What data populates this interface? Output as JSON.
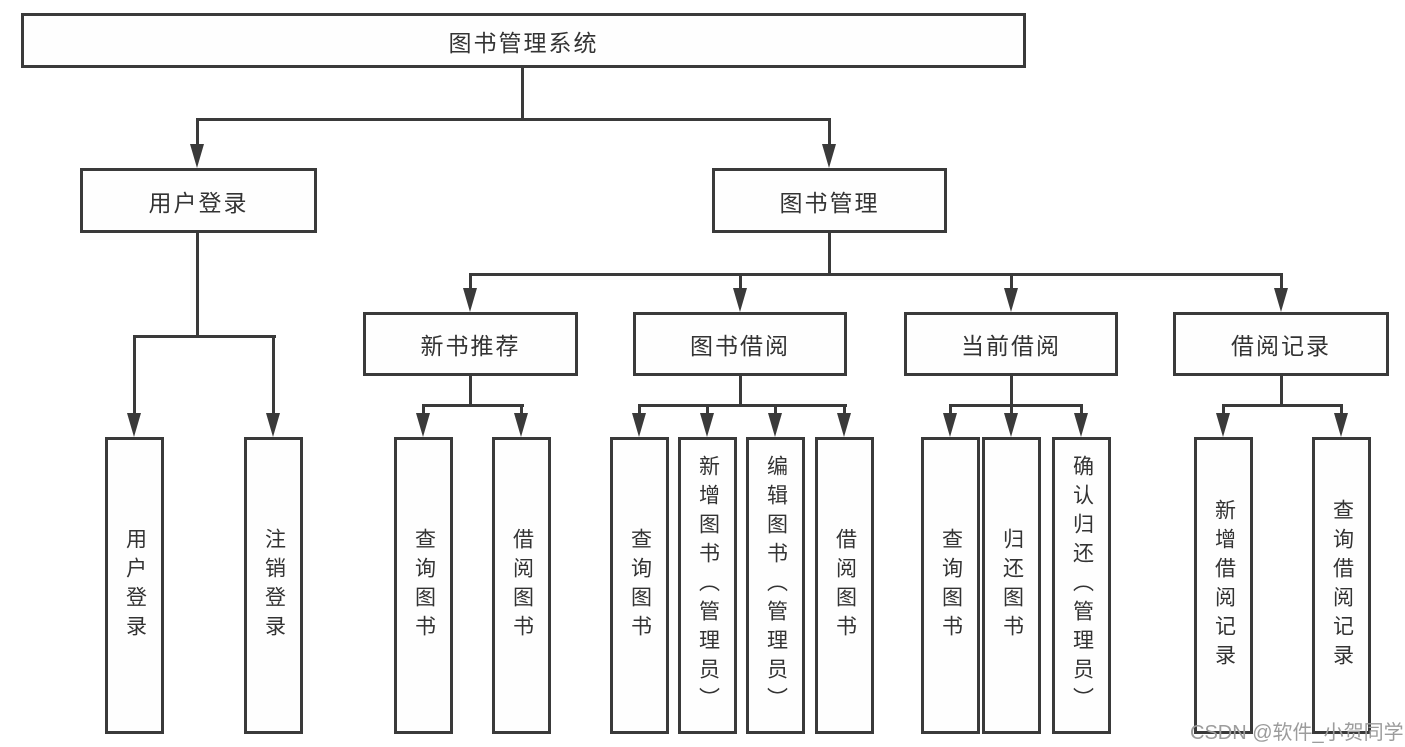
{
  "colors": {
    "line": "#3a3a3a",
    "box_border": "#3a3a3a",
    "text": "#333333",
    "watermark": "#9c9c9c",
    "background": "#ffffff"
  },
  "tree": {
    "label": "图书管理系统",
    "children": [
      {
        "label": "用户登录",
        "children": [
          {
            "label": "用户登录"
          },
          {
            "label": "注销登录"
          }
        ]
      },
      {
        "label": "图书管理",
        "children": [
          {
            "label": "新书推荐",
            "children": [
              {
                "label": "查询图书"
              },
              {
                "label": "借阅图书"
              }
            ]
          },
          {
            "label": "图书借阅",
            "children": [
              {
                "label": "查询图书"
              },
              {
                "label": "新增图书（管理员）"
              },
              {
                "label": "编辑图书（管理员）"
              },
              {
                "label": "借阅图书"
              }
            ]
          },
          {
            "label": "当前借阅",
            "children": [
              {
                "label": "查询图书"
              },
              {
                "label": "归还图书"
              },
              {
                "label": "确认归还（管理员）"
              }
            ]
          },
          {
            "label": "借阅记录",
            "children": [
              {
                "label": "新增借阅记录"
              },
              {
                "label": "查询借阅记录"
              }
            ]
          }
        ]
      }
    ]
  },
  "watermark": {
    "text": "CSDN @软件_小贺同学"
  }
}
